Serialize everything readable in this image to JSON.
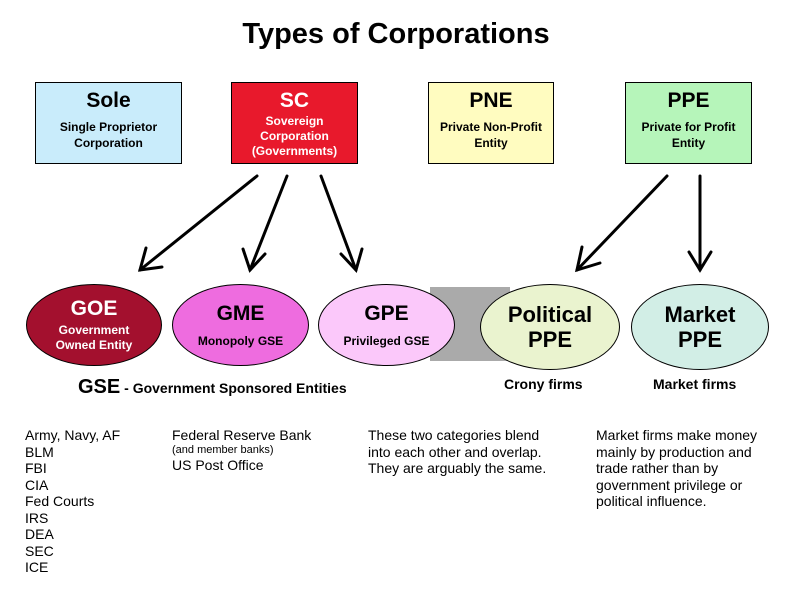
{
  "title": "Types of Corporations",
  "top_boxes": {
    "sole": {
      "abbr": "Sole",
      "desc": "Single Proprietor Corporation",
      "color": "#c9ecfb"
    },
    "sc": {
      "abbr": "SC",
      "desc_lines": [
        "Sovereign",
        "Corporation",
        "(Governments)"
      ],
      "color": "#e8192c"
    },
    "pne": {
      "abbr": "PNE",
      "desc": "Private Non-Profit Entity",
      "color": "#fffcc0"
    },
    "ppe": {
      "abbr": "PPE",
      "desc": "Private for Profit Entity",
      "color": "#b6f5ba"
    }
  },
  "entities": {
    "goe": {
      "abbr": "GOE",
      "desc": "Government Owned Entity",
      "color": "#a3102e"
    },
    "gme": {
      "abbr": "GME",
      "desc": "Monopoly GSE",
      "color": "#ee6cdf"
    },
    "gpe": {
      "abbr": "GPE",
      "desc": "Privileged GSE",
      "color": "#fbc8fa"
    },
    "political_ppe": {
      "line1": "Political",
      "line2": "PPE",
      "color": "#eaf3cf"
    },
    "market_ppe": {
      "line1": "Market",
      "line2": "PPE",
      "color": "#d2eee6"
    }
  },
  "gse_label": {
    "abbr": "GSE",
    "rest": " - Government Sponsored Entities"
  },
  "captions": {
    "crony": "Crony firms",
    "market": "Market firms"
  },
  "columns": {
    "col1": [
      "Army, Navy, AF",
      "BLM",
      "FBI",
      "CIA",
      "Fed Courts",
      "IRS",
      "DEA",
      "SEC",
      "ICE"
    ],
    "col2": {
      "line1": "Federal Reserve Bank",
      "sub": "(and member banks)",
      "line3": "US Post Office"
    },
    "col3": [
      "These two categories blend",
      "into each other and overlap.",
      "They are arguably the same."
    ],
    "col4": [
      "Market firms make money",
      "mainly by production and",
      "trade rather than by",
      "government privilege or",
      "political influence."
    ]
  }
}
